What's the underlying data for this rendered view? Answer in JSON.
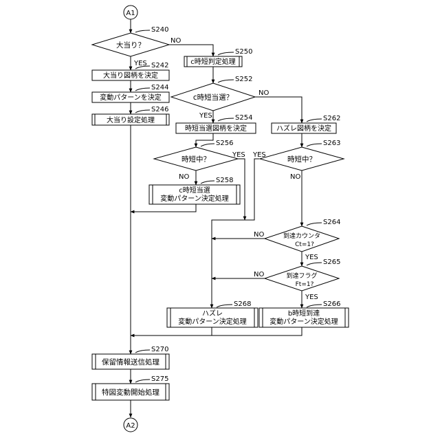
{
  "connectors": {
    "top": "A1",
    "bottom": "A2"
  },
  "steps": {
    "s240": {
      "id": "S240",
      "text": "大当り？"
    },
    "s242": {
      "id": "S242",
      "text": "大当り図柄を決定"
    },
    "s244": {
      "id": "S244",
      "text": "変動パターンを決定"
    },
    "s246": {
      "id": "S246",
      "text": "大当り設定処理"
    },
    "s250": {
      "id": "S250",
      "text": "c時短判定処理"
    },
    "s252": {
      "id": "S252",
      "text": "c時短当選？"
    },
    "s254": {
      "id": "S254",
      "text": "時短当選図柄を決定"
    },
    "s256": {
      "id": "S256",
      "text": "時短中？"
    },
    "s258": {
      "id": "S258",
      "line1": "c時短当選",
      "line2": "変動パターン決定処理"
    },
    "s262": {
      "id": "S262",
      "text": "ハズレ図柄を決定"
    },
    "s263": {
      "id": "S263",
      "text": "時短中？"
    },
    "s264": {
      "id": "S264",
      "line1": "到達カウンタ",
      "line2": "Ct=1?"
    },
    "s265": {
      "id": "S265",
      "line1": "到達フラグ",
      "line2": "Ft=1?"
    },
    "s266": {
      "id": "S266",
      "line1": "b時短到達",
      "line2": "変動パターン決定処理"
    },
    "s268": {
      "id": "S268",
      "line1": "ハズレ",
      "line2": "変動パターン決定処理"
    },
    "s270": {
      "id": "S270",
      "text": "保留情報送信処理"
    },
    "s275": {
      "id": "S275",
      "text": "特図変動開始処理"
    }
  },
  "branch": {
    "yes": "YES",
    "no": "NO"
  }
}
